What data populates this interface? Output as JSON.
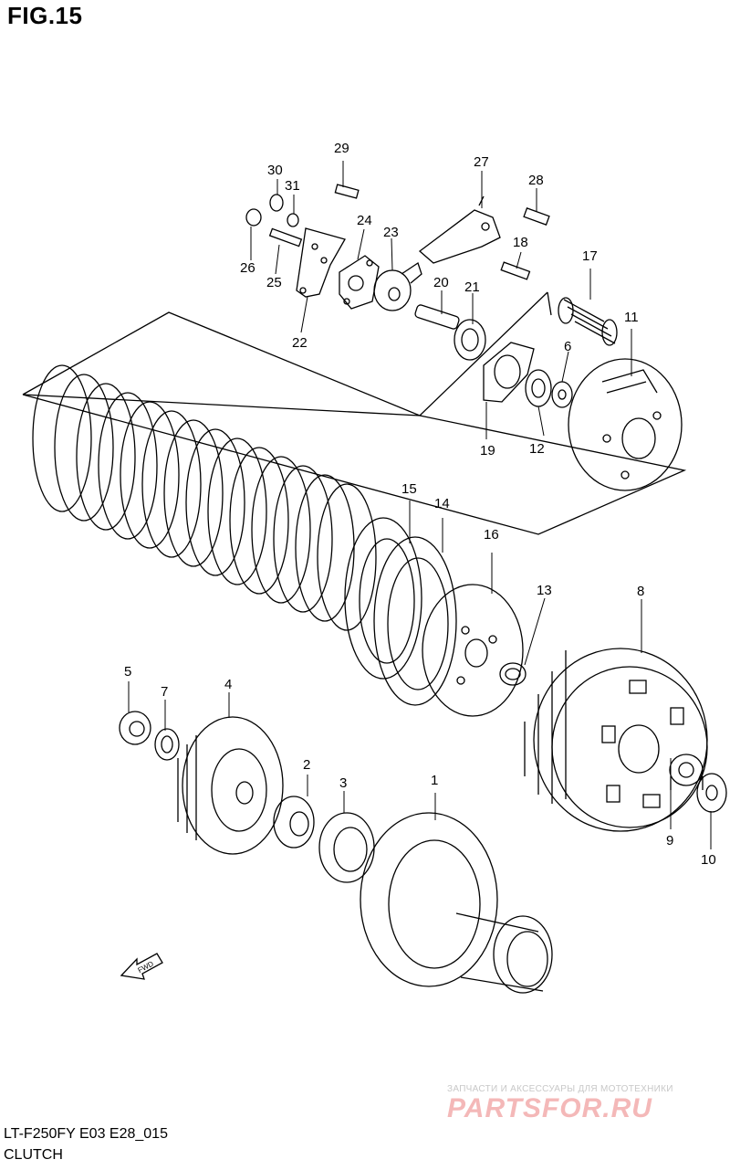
{
  "figure": {
    "title": "FIG.15",
    "model_code": "LT-F250FY E03 E28_015",
    "group_name": "CLUTCH"
  },
  "watermark": {
    "subtitle": "ЗАПЧАСТИ И АКСЕССУАРЫ ДЛЯ МОТОТЕХНИКИ",
    "brand": "PARTSFOR.RU"
  },
  "fwd_label": "FWD",
  "callouts": [
    "1",
    "2",
    "3",
    "4",
    "5",
    "6",
    "7",
    "8",
    "9",
    "10",
    "11",
    "12",
    "13",
    "14",
    "15",
    "16",
    "17",
    "18",
    "19",
    "20",
    "21",
    "22",
    "23",
    "24",
    "25",
    "26",
    "27",
    "28",
    "29",
    "30",
    "31"
  ],
  "colors": {
    "line": "#000000",
    "watermark_brand": "#f4b8b8",
    "watermark_text": "#c8c8c8"
  }
}
